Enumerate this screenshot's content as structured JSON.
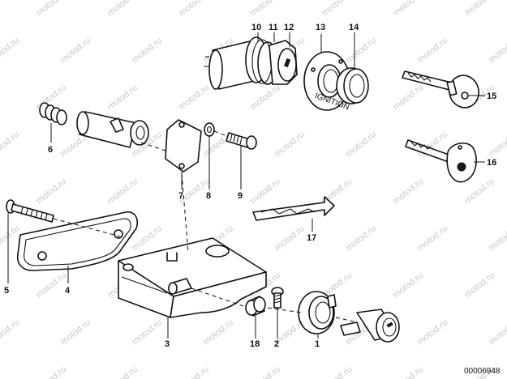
{
  "diagram": {
    "watermark": "motod.ru",
    "diagram_id": "00006948",
    "ignition_text": "IGNITION",
    "callouts": [
      "1",
      "2",
      "3",
      "4",
      "5",
      "6",
      "7",
      "8",
      "9",
      "10",
      "11",
      "12",
      "13",
      "14",
      "15",
      "16",
      "17",
      "18"
    ]
  }
}
